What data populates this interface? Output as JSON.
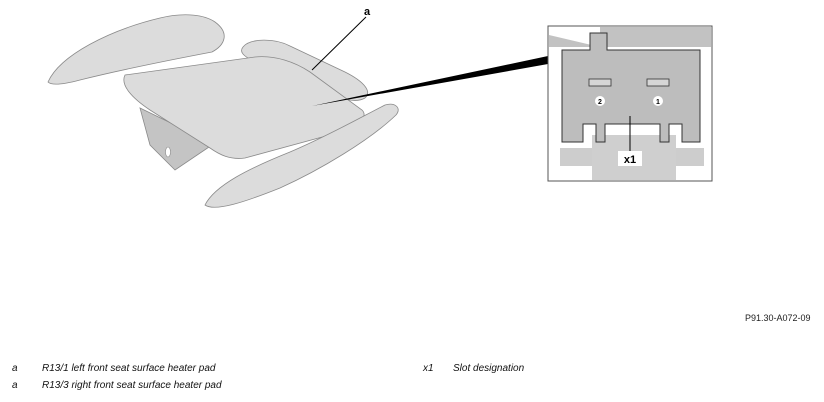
{
  "callouts": {
    "a": "a",
    "x1": "x1",
    "pin_2": "2",
    "pin_1": "1"
  },
  "figure_id": "P91.30-A072-09",
  "legend": [
    {
      "key": "a",
      "text": "R13/1 left front seat surface heater pad"
    },
    {
      "key": "a",
      "text": "R13/3 right front seat surface heater pad"
    },
    {
      "key": "x1",
      "text": "Slot designation"
    }
  ],
  "colors": {
    "pad_fill": "#dcdcdc",
    "pad_stroke": "#8a8a8a",
    "connector_fill": "#bdbdbd",
    "connector_light": "#d6d6d6"
  }
}
